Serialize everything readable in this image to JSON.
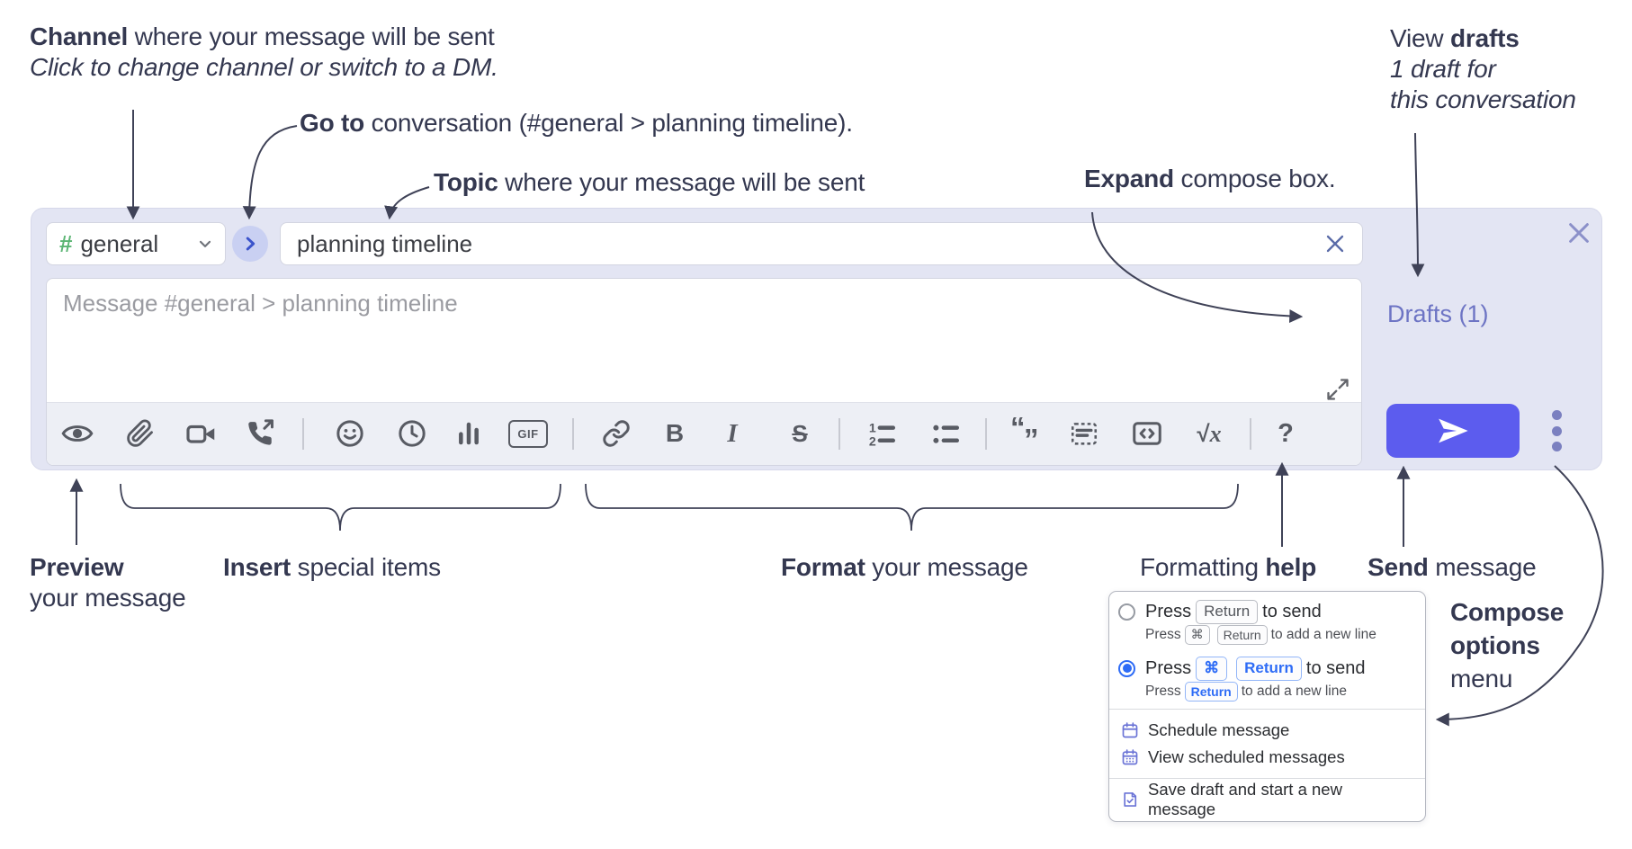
{
  "annotations": {
    "channel": {
      "bold": "Channel",
      "rest": " where your message will be sent",
      "sub": "Click to change channel or switch to a DM."
    },
    "goto": {
      "bold": "Go to",
      "rest": " conversation (#general > planning timeline)."
    },
    "topic": {
      "bold": "Topic",
      "rest": " where your message will be sent"
    },
    "expand": {
      "bold": "Expand",
      "rest": " compose box."
    },
    "drafts": {
      "pre": "View ",
      "bold": "drafts",
      "line2": "1 draft for",
      "line3": "this conversation"
    },
    "preview": {
      "bold": "Preview",
      "line2": "your message"
    },
    "insert": {
      "bold": "Insert",
      "rest": " special items"
    },
    "format": {
      "bold": "Format",
      "rest": " your message"
    },
    "help": {
      "pre": "Formatting ",
      "bold": "help"
    },
    "send": {
      "bold": "Send",
      "rest": " message"
    },
    "options": {
      "bold1": "Compose",
      "bold2": "options",
      "line3": "menu"
    }
  },
  "compose": {
    "channel": {
      "hash": "#",
      "name": "general"
    },
    "topic": {
      "value": "planning timeline"
    },
    "message": {
      "placeholder": "Message #general > planning timeline"
    },
    "drafts_label": "Drafts (1)"
  },
  "toolbar": {
    "gif": "GIF",
    "bold": "B",
    "italic": "I",
    "strike": "S",
    "ol_1": "1",
    "ol_2": "2",
    "quote_open": "“",
    "quote_close": "”",
    "math_root": "√",
    "math_var": "x",
    "help": "?"
  },
  "popup": {
    "opt1": {
      "press": "Press",
      "key": "Return",
      "rest": "to send"
    },
    "opt1sub": {
      "press": "Press",
      "key1": "⌘",
      "key2": "Return",
      "rest": "to add a new line"
    },
    "opt2": {
      "press": "Press",
      "key1": "⌘",
      "key2": "Return",
      "rest": "to send"
    },
    "opt2sub": {
      "press": "Press",
      "key": "Return",
      "rest": "to add a new line"
    },
    "items": {
      "schedule": "Schedule message",
      "view_scheduled": "View scheduled messages",
      "save_draft": "Save draft and start a new message"
    }
  },
  "colors": {
    "compose_bg": "#e3e5f3",
    "send_button": "#5c5cee",
    "drafts_link": "#6d74c4",
    "channel_hash": "#5cb574",
    "radio_selected": "#2e6cf6",
    "menu_icon": "#6a73d6"
  }
}
